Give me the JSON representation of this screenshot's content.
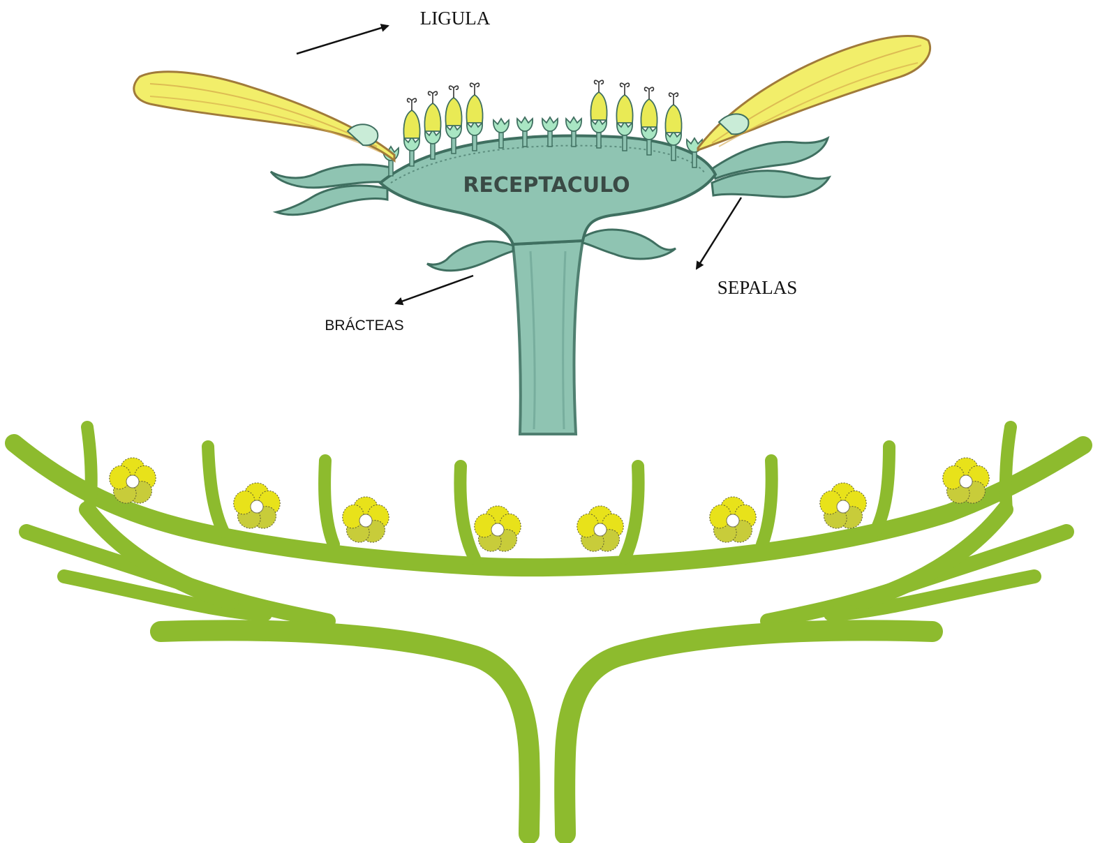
{
  "labels": {
    "ligula": "LIGULA",
    "receptaculo": "RECEPTACULO",
    "sepalas": "SEPALAS",
    "bracteas": "BRÁCTEAS"
  },
  "colors": {
    "receptacle": "#8fc4b2",
    "receptacle_dark": "#4f7f70",
    "ligule": "#f2ee6a",
    "ligule_edge": "#b8873a",
    "floret_yellow": "#e9ea55",
    "floret_green": "#a9e6c3",
    "branch_green": "#8dbb2e",
    "flower_petal": "#e8e21a",
    "flower_petal_lower": "#c8cc3a",
    "arrow": "#111111"
  },
  "icons": {
    "flower": "flower-icon",
    "arrow": "arrow-icon"
  }
}
